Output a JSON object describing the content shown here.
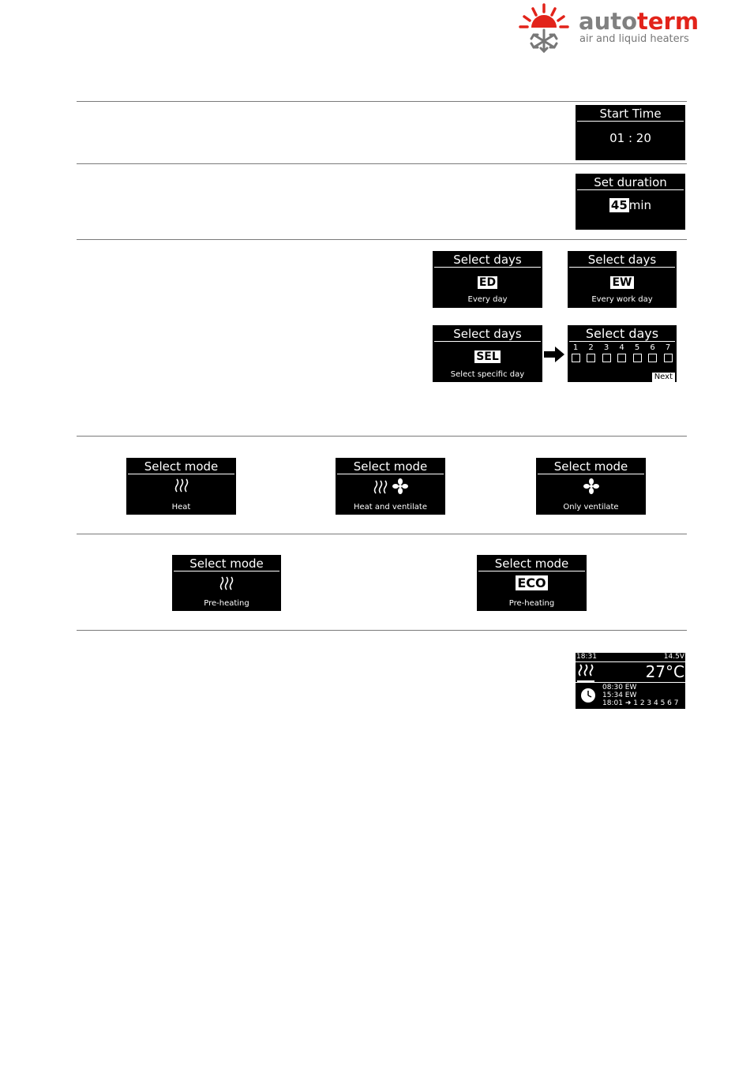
{
  "logo": {
    "brand_part1": "auto",
    "brand_part2": "term",
    "tagline": "air and liquid heaters",
    "sun_color": "#e2231a",
    "snow_color": "#777777"
  },
  "start_time": {
    "title": "Start Time",
    "value": "01 : 20"
  },
  "duration": {
    "title": "Set duration",
    "value": "45",
    "unit": "min"
  },
  "days": {
    "title": "Select days",
    "ed": {
      "code": "ED",
      "caption": "Every day"
    },
    "ew": {
      "code": "EW",
      "caption": "Every work day"
    },
    "sel": {
      "code": "SEL",
      "caption": "Select specific day"
    },
    "specific": {
      "numbers": [
        "1",
        "2",
        "3",
        "4",
        "5",
        "6",
        "7"
      ],
      "next": "Next"
    }
  },
  "modes": {
    "title": "Select mode",
    "heat": "Heat",
    "heat_vent": "Heat and ventilate",
    "vent": "Only ventilate",
    "preheat": "Pre-heating",
    "eco_code": "ECO",
    "eco_caption": "Pre-heating"
  },
  "status": {
    "time": "18:31",
    "voltage": "14.5V",
    "temperature": "27°C",
    "timer1": "08:30 EW",
    "timer2": "15:34 EW",
    "timer3_time": "18:01",
    "timer3_days": "1 2 3 4 5 6 7"
  }
}
